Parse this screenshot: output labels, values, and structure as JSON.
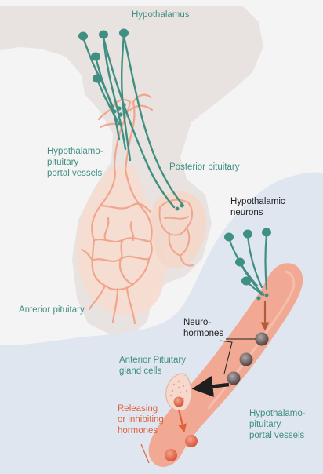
{
  "labels": {
    "hypothalamus": "Hypothalamus",
    "portal_vessels_top": [
      "Hypothalamo-",
      "pituitary",
      "portal vessels"
    ],
    "posterior_pituitary": "Posterior pituitary",
    "anterior_pituitary": "Anterior pituitary",
    "hypothalamic_neurons": [
      "Hypothalamic",
      "neurons"
    ],
    "neurohormones": [
      "Neuro-",
      "hormones"
    ],
    "anterior_gland_cells": [
      "Anterior Pituitary",
      "gland cells"
    ],
    "releasing_hormones": [
      "Releasing",
      "or inhibiting",
      "hormones"
    ],
    "portal_vessels_bottom": [
      "Hypothalamo-",
      "pituitary",
      "portal vessels"
    ]
  },
  "colors": {
    "background": "#f4f4f4",
    "brain_tissue": "#e8e3e0",
    "inset_background": "#dfe6ef",
    "neuron": "#3f8f82",
    "vessel": "#f2a993",
    "vessel_line": "#f0a58c",
    "vessel_dark": "#ea8466",
    "hormone_granule": "#6a5e5e",
    "releasing_hormone": "#e0623c",
    "arrow": "#1f1f1f",
    "label_teal": "#3f8f82",
    "label_dark": "#1f1f1f",
    "label_red": "#e0623c"
  }
}
